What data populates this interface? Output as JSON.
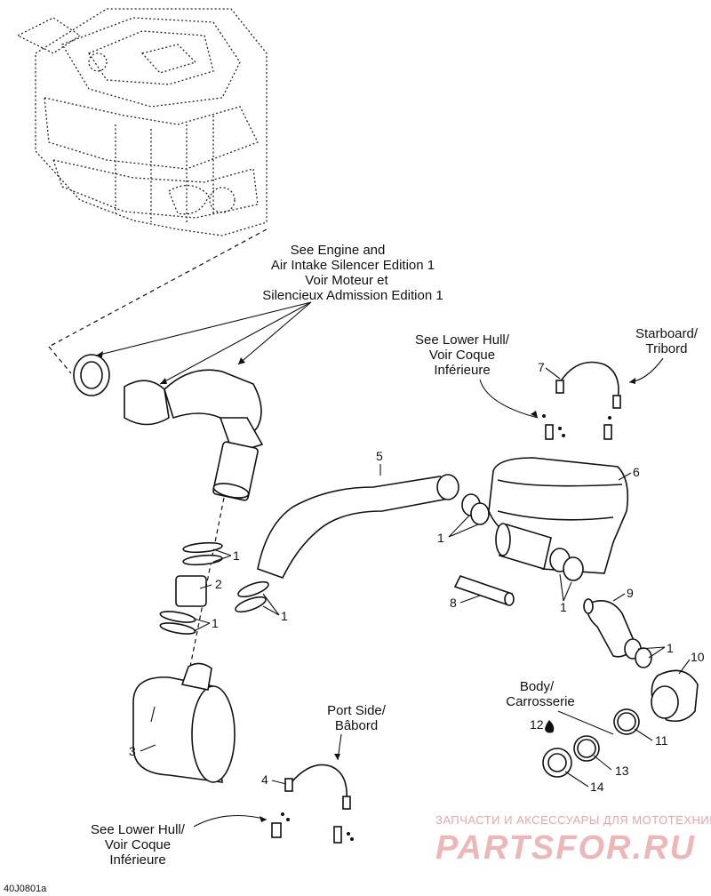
{
  "callouts": {
    "engine_ref": [
      "See Engine and",
      "Air Intake Silencer Edition 1",
      "Voir Moteur et",
      "Silencieux Admission Edition 1"
    ],
    "lower_hull_top": [
      "See Lower Hull/",
      "Voir Coque",
      "Inférieure"
    ],
    "starboard": [
      "Starboard/",
      "Tribord"
    ],
    "port_side": [
      "Port Side/",
      "Bâbord"
    ],
    "lower_hull_bottom": [
      "See Lower Hull/",
      "Voir Coque",
      "Inférieure"
    ],
    "body": [
      "Body/",
      "Carrosserie"
    ]
  },
  "part_numbers": {
    "p1_a": "1",
    "p1_b": "1",
    "p1_c": "1",
    "p1_d": "1",
    "p1_e": "1",
    "p1_f": "1",
    "p2": "2",
    "p3": "3",
    "p4": "4",
    "p5": "5",
    "p6": "6",
    "p7": "7",
    "p8": "8",
    "p9": "9",
    "p10": "10",
    "p11": "11",
    "p12": "12",
    "p13": "13",
    "p14": "14"
  },
  "figure_code": "40J0801a",
  "watermark": {
    "small": "ЗАПЧАСТИ И АКСЕССУАРЫ ДЛЯ МОТОТЕХНИКИ",
    "big": "PARTSFOR.RU"
  }
}
